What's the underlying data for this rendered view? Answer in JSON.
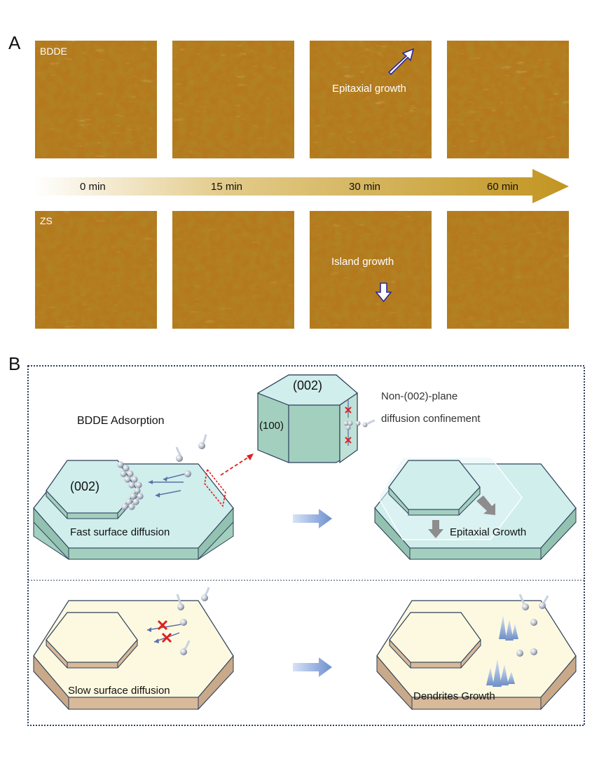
{
  "panel_a": {
    "label": "A",
    "row_top_label": "BDDE",
    "row_bottom_label": "ZS",
    "epitaxial_annotation": "Epitaxial growth",
    "island_annotation": "Island growth",
    "time_labels": [
      "0 min",
      "15 min",
      "30 min",
      "60 min"
    ]
  },
  "panel_b": {
    "label": "B",
    "adsorption_title": "BDDE Adsorption",
    "crystal_top_face": "(002)",
    "crystal_side_face": "(100)",
    "confinement_line1": "Non-(002)-plane",
    "confinement_line2": "diffusion confinement",
    "top_left_face": "(002)",
    "fast_diffusion": "Fast surface diffusion",
    "epitaxial_growth": "Epitaxial Growth",
    "slow_diffusion": "Slow surface diffusion",
    "dendrites_growth": "Dendrites Growth"
  },
  "colors": {
    "afm_base": "#b5791d",
    "arrow_gold": "#c59a26",
    "zn_top_teal": "#cfeeec",
    "zn_side_teal": "#a3cfbf",
    "zn_top_cream": "#fdf9e0",
    "zn_side_tan": "#d8b999",
    "frame_navy": "#2d3f5a",
    "red_mark": "#e02020"
  }
}
